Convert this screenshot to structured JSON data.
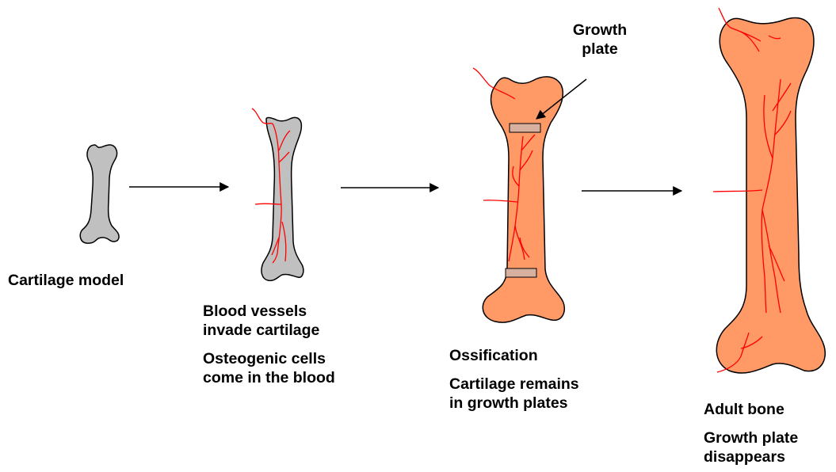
{
  "colors": {
    "cartilage_fill": "#c0c0c0",
    "bone_fill": "#ff9966",
    "vessel": "#ff0000",
    "growth_plate_fill": "#d8b0a0",
    "outline": "#000000"
  },
  "stages": [
    {
      "id": "cartilage-model",
      "lines": [
        "Cartilage model"
      ]
    },
    {
      "id": "vascular-invasion",
      "lines": [
        "Blood vessels",
        "invade cartilage",
        "Osteogenic cells",
        "come in the blood"
      ]
    },
    {
      "id": "ossification",
      "lines": [
        "Ossification",
        "Cartilage remains",
        "in growth plates"
      ]
    },
    {
      "id": "adult-bone",
      "lines": [
        "Adult bone",
        "Growth plate",
        "disappears"
      ]
    }
  ],
  "callout": {
    "lines": [
      "Growth",
      "plate"
    ]
  }
}
